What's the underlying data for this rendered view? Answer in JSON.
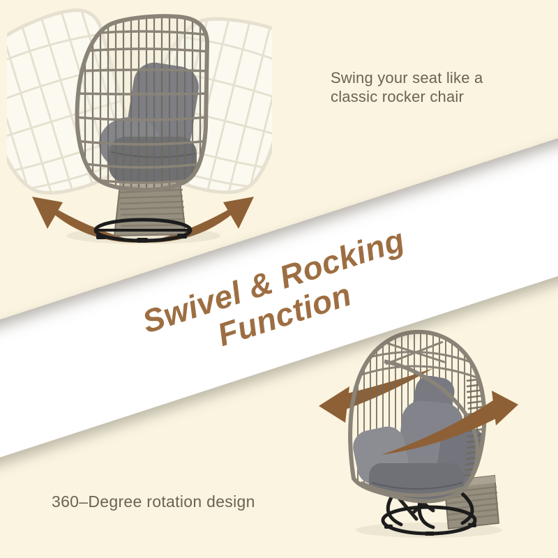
{
  "colors": {
    "background": "#faf4e0",
    "banner_bg": "#ffffff",
    "banner_text": "#9d6e42",
    "caption_text": "#6b6354",
    "arrow_brown": "#8e6036",
    "frame": "#8a8377",
    "slat": "#6f695d",
    "ghost_line": "#e6e0d0",
    "ghost_fill": "#fcfaf2",
    "cushion": "#7e7f85",
    "cushion_dark": "#6f7073",
    "base_wicker": "#968f80",
    "base_stripe": "#7f7869",
    "ring_black": "#1c1c1c"
  },
  "banner": {
    "line1": "Swivel & Rocking",
    "line2": "Function"
  },
  "captions": {
    "swing_line1": "Swing your seat like a",
    "swing_line2": "classic rocker chair",
    "rotation": "360–Degree rotation design"
  }
}
